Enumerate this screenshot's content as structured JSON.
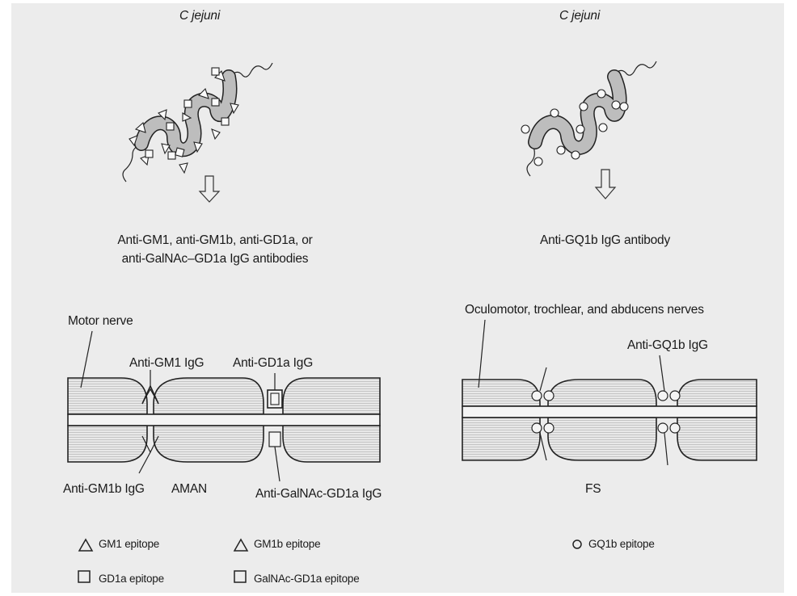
{
  "left": {
    "organism": "C jejuni",
    "antibody_line1": "Anti-GM1, anti-GM1b, anti-GD1a, or",
    "antibody_line2": "anti-GalNAc–GD1a IgG antibodies",
    "nerve_label": "Motor nerve",
    "label_anti_gm1": "Anti-GM1 IgG",
    "label_anti_gd1a": "Anti-GD1a IgG",
    "label_anti_gm1b": "Anti-GM1b IgG",
    "label_disease": "AMAN",
    "label_anti_galnac": "Anti-GalNAc-GD1a IgG"
  },
  "right": {
    "organism": "C jejuni",
    "antibody": "Anti-GQ1b IgG antibody",
    "nerve_label": "Oculomotor, trochlear, and abducens nerves",
    "label_anti_gq1b": "Anti-GQ1b IgG",
    "label_disease": "FS"
  },
  "legend": {
    "gm1": "GM1 epitope",
    "gm1b": "GM1b epitope",
    "gd1a": "GD1a epitope",
    "galnac_gd1a": "GalNAc-GD1a epitope",
    "gq1b": "GQ1b epitope"
  }
}
